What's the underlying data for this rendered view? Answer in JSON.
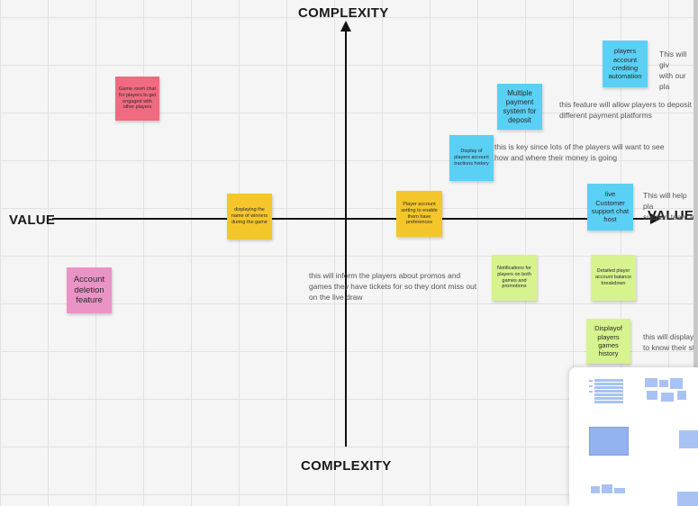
{
  "board": {
    "axes": {
      "top": "COMPLEXITY",
      "bottom": "COMPLEXITY",
      "left": "VALUE",
      "right": "VALUE"
    },
    "notes": {
      "game_room": "Game room chat for players to get engaged with other players",
      "account_deletion": "Account deletion feature",
      "winners": "displaying the name of winners during the game",
      "player_settings": "Player account setting to enable them have preferences",
      "auto_crediting": "players account crediting automation",
      "multiple_payment": "Multiple payment system for deposit",
      "transactions": "Display of players account tractions history",
      "live_support": "live Customer support chat host",
      "notifications": "Notifications for players on both games and promotions",
      "balance_breakdown": "Detailed player account balance breakdown",
      "games_history": "Displayof players games history"
    },
    "comments": {
      "auto_crediting": "This will giv\nwith our pla",
      "multiple_payment": "this feature will allow players to deposit\ndifferent payment platforms",
      "transactions": "this is key since lots of the players will want to see\nhow and where their money is going",
      "live_support": "This will help pla\nsupport team a",
      "notifications": "this will inform the players about promos and\ngames they have tickets for so they dont miss out\non the live draw",
      "games_history": "this will display\nto know their st"
    },
    "colors": {
      "pink": "#f06a80",
      "magenta": "#ea94c6",
      "yellow": "#f5c62a",
      "blue": "#5ad0f4",
      "green": "#d6f38e"
    }
  }
}
